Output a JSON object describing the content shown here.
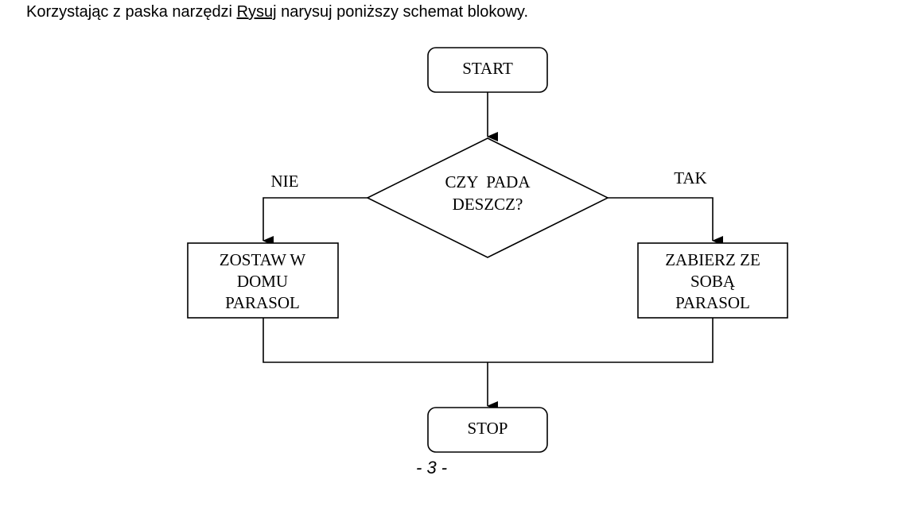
{
  "instruction": {
    "before": "Korzystając z paska narzędzi ",
    "link": "Rysuj",
    "after": " narysuj poniższy schemat blokowy."
  },
  "flowchart": {
    "start": "START",
    "decision_line1": "CZY  PADA",
    "decision_line2": "DESZCZ?",
    "no_label": "NIE",
    "yes_label": "TAK",
    "no_box_line1": "ZOSTAW W",
    "no_box_line2": "DOMU",
    "no_box_line3": "PARASOL",
    "yes_box_line1": "ZABIERZ ZE",
    "yes_box_line2": "SOBĄ",
    "yes_box_line3": "PARASOL",
    "stop": "STOP"
  },
  "page_number": "- 3 -"
}
